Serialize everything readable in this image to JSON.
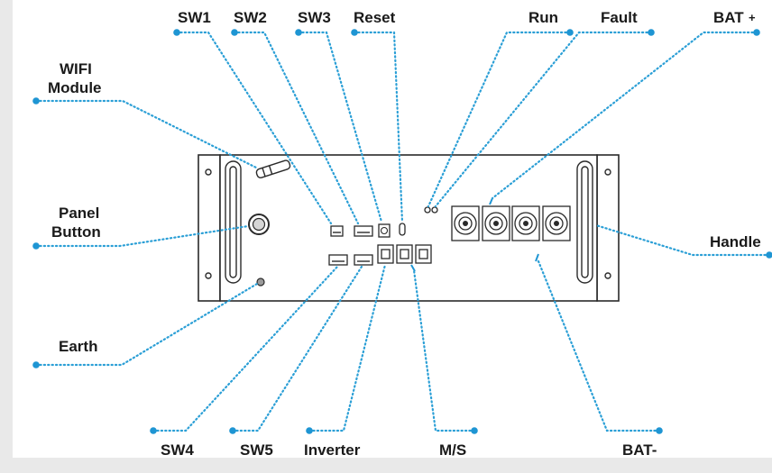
{
  "labels": {
    "sw1": "SW1",
    "sw2": "SW2",
    "sw3": "SW3",
    "reset": "Reset",
    "run": "Run",
    "fault": "Fault",
    "bat_plus": "BAT",
    "bat_plus_sign": "+",
    "wifi_line1": "WIFI",
    "wifi_line2": "Module",
    "panel_line1": "Panel",
    "panel_line2": "Button",
    "handle": "Handle",
    "earth": "Earth",
    "sw4": "SW4",
    "sw5": "SW5",
    "inverter": "Inverter",
    "ms": "M/S",
    "bat_minus": "BAT-"
  },
  "colors": {
    "background": "#e9e9e9",
    "canvas": "#ffffff",
    "leader": "#2b9fd6",
    "dot": "#1e95d3",
    "outline": "#2a2a2a"
  }
}
